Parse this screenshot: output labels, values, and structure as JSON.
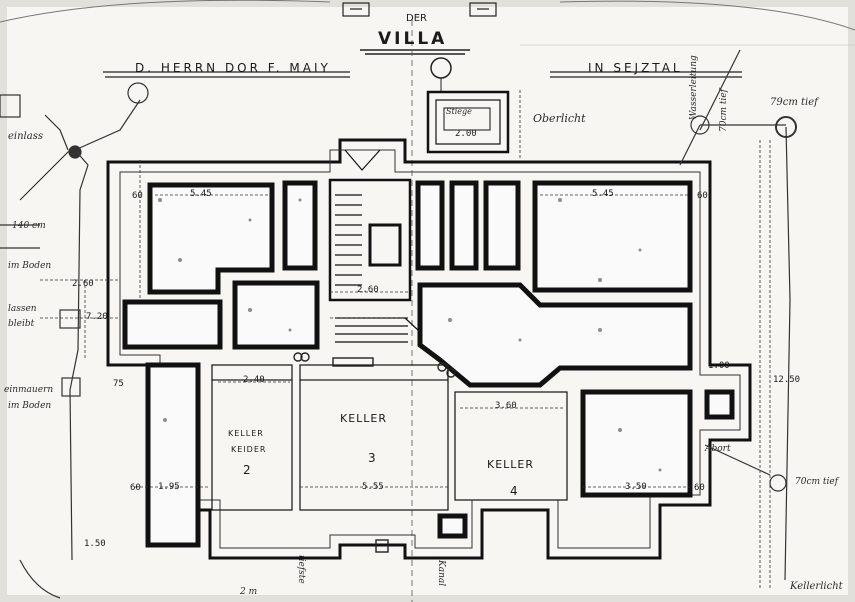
{
  "header": {
    "der": "DER",
    "villa": "VILLA",
    "owner": "D. HERRN DOR F. MAIY",
    "place": "IN SEJZTAL"
  },
  "rooms": {
    "keller_center": "KELLER",
    "keller_right": "KELLER",
    "room_left_1": "KELLER",
    "room_left_2": "KEIDER",
    "num_2": "2",
    "num_3": "3",
    "num_4": "4"
  },
  "dimensions": {
    "d_545_left": "5.45",
    "d_545_right": "5.45",
    "d_240": "2.40",
    "d_360": "3.60",
    "d_195": "1.95",
    "d_555": "5.55",
    "d_350": "3.50",
    "d_260": "2.60",
    "d_720": "7.20",
    "d_260b": "2.60",
    "d_200": "2.00",
    "d_1250": "12.50",
    "d_150": "1.50",
    "d_60a": "60",
    "d_60b": "60",
    "d_60c": "60",
    "d_60d": "60",
    "d_75": "75",
    "d_100": "1.00"
  },
  "annotations": {
    "stiege": "Stiege",
    "oberlicht": "Oberlicht",
    "abort": "Abort",
    "einlass": "einlass",
    "wasserleitung": "Wasserleitung",
    "deep_70": "70cm tief",
    "deep_79": "79cm tief",
    "deep_70b": "70cm tief",
    "note_140": "140 cm",
    "note_im_boden": "im Boden",
    "note_lassen": "lassen",
    "note_bleibt": "bleibt",
    "note_einmauern": "einmauern",
    "note_im_boden2": "im Boden",
    "note_2m": "2 m",
    "note_cellar": "Kellerlicht",
    "note_kanal": "Kanal",
    "note_tiefe": "tiefste"
  }
}
